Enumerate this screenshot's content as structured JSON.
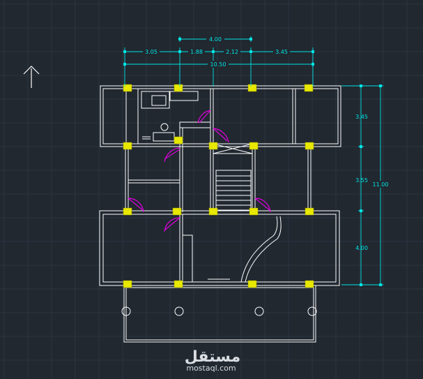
{
  "dimensions": {
    "top_overall_span": "4.00",
    "segment_1": "3.05",
    "segment_2": "1.88",
    "segment_3": "2.12",
    "segment_4": "3.45",
    "total_width": "10.50",
    "right_1": "3.45",
    "right_2": "3.55",
    "right_3": "4.00",
    "total_height": "11.00"
  },
  "watermark": {
    "arabic": "مستقل",
    "latin": "mostaql.com"
  },
  "colors": {
    "background": "#212830",
    "grid": "#2c3440",
    "walls": "#ffffff",
    "dimension": "#00e5e5",
    "column": "#e8e800",
    "door": "#e000e0"
  },
  "icons": [
    "north-arrow-icon"
  ]
}
